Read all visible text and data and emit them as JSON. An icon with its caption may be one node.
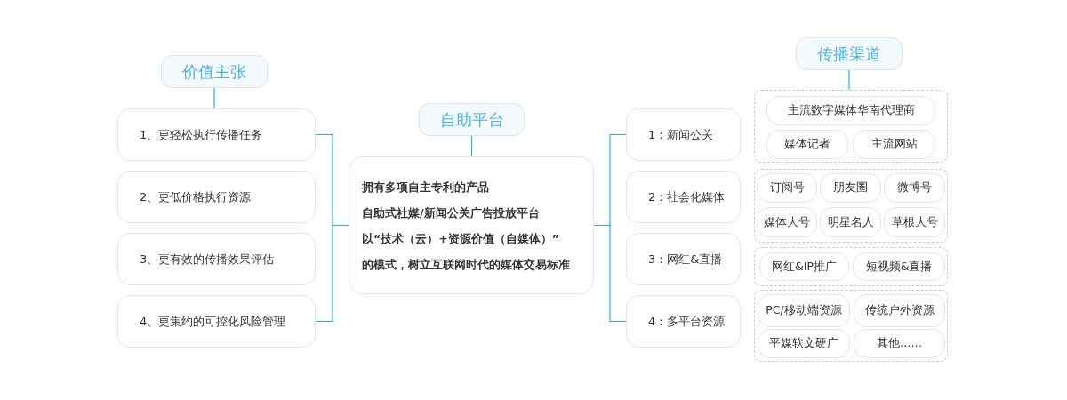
{
  "diagram": {
    "nodes": [
      {
        "text": [
          "价值主张"
        ]
      },
      {
        "text": [
          "1、更轻松执行传播任务"
        ]
      },
      {
        "text": [
          "2、更低价格执行资源"
        ]
      },
      {
        "text": [
          "3、更有效的传播效果评估"
        ]
      },
      {
        "text": [
          "4、更集约的可控化风险管理"
        ]
      },
      {
        "text": [
          "自助平台"
        ]
      },
      {
        "text": [
          "拥有多项自主专利的产品",
          "自助式社媒/新闻公关广告投放平台",
          "以“技术（云）+资源价值（自媒体）”",
          "的模式，树立互联网时代的媒体交易标准"
        ]
      },
      {
        "text": [
          "传播渠道"
        ]
      },
      {
        "text": [
          "1：新闻公关"
        ]
      },
      {
        "text": [
          "2：社会化媒体"
        ]
      },
      {
        "text": [
          "3：网红&直播"
        ]
      },
      {
        "text": [
          "4：多平台资源"
        ]
      },
      {
        "text": [],
        "shape": "box"
      },
      {
        "text": [
          "主流数字媒体华南代理商"
        ],
        "in": 12
      },
      {
        "text": [
          "媒体记者"
        ],
        "in": 12
      },
      {
        "text": [
          "主流网站"
        ],
        "in": 12
      },
      {
        "text": [],
        "shape": "box"
      },
      {
        "text": [
          "订阅号"
        ],
        "in": 16
      },
      {
        "text": [
          "朋友圈"
        ],
        "in": 16
      },
      {
        "text": [
          "微博号"
        ],
        "in": 16
      },
      {
        "text": [
          "媒体大号"
        ],
        "in": 16
      },
      {
        "text": [
          "明星名人"
        ],
        "in": 16
      },
      {
        "text": [
          "草根大号"
        ],
        "in": 16
      },
      {
        "text": [],
        "shape": "box"
      },
      {
        "text": [
          "网红&IP推广"
        ],
        "in": 23
      },
      {
        "text": [
          "短视频&直播"
        ],
        "in": 23
      },
      {
        "text": [],
        "shape": "box"
      },
      {
        "text": [
          "PC/移动端资源"
        ],
        "in": 26
      },
      {
        "text": [
          "传统户外资源"
        ],
        "in": 26
      },
      {
        "text": [
          "平媒软文硬广"
        ],
        "in": 26
      },
      {
        "text": [
          "其他……"
        ],
        "in": 26
      }
    ],
    "edges": [
      {
        "from": 0,
        "to": 1,
        "arrow": "none"
      },
      {
        "from": 1,
        "to": 6,
        "arrow": "none"
      },
      {
        "from": 4,
        "to": 6,
        "arrow": "none"
      },
      {
        "from": 5,
        "to": 6,
        "arrow": "none"
      },
      {
        "from": 6,
        "to": 8,
        "arrow": "none"
      },
      {
        "from": 6,
        "to": 11,
        "arrow": "none"
      },
      {
        "from": 7,
        "to": 12,
        "arrow": "none"
      }
    ]
  }
}
